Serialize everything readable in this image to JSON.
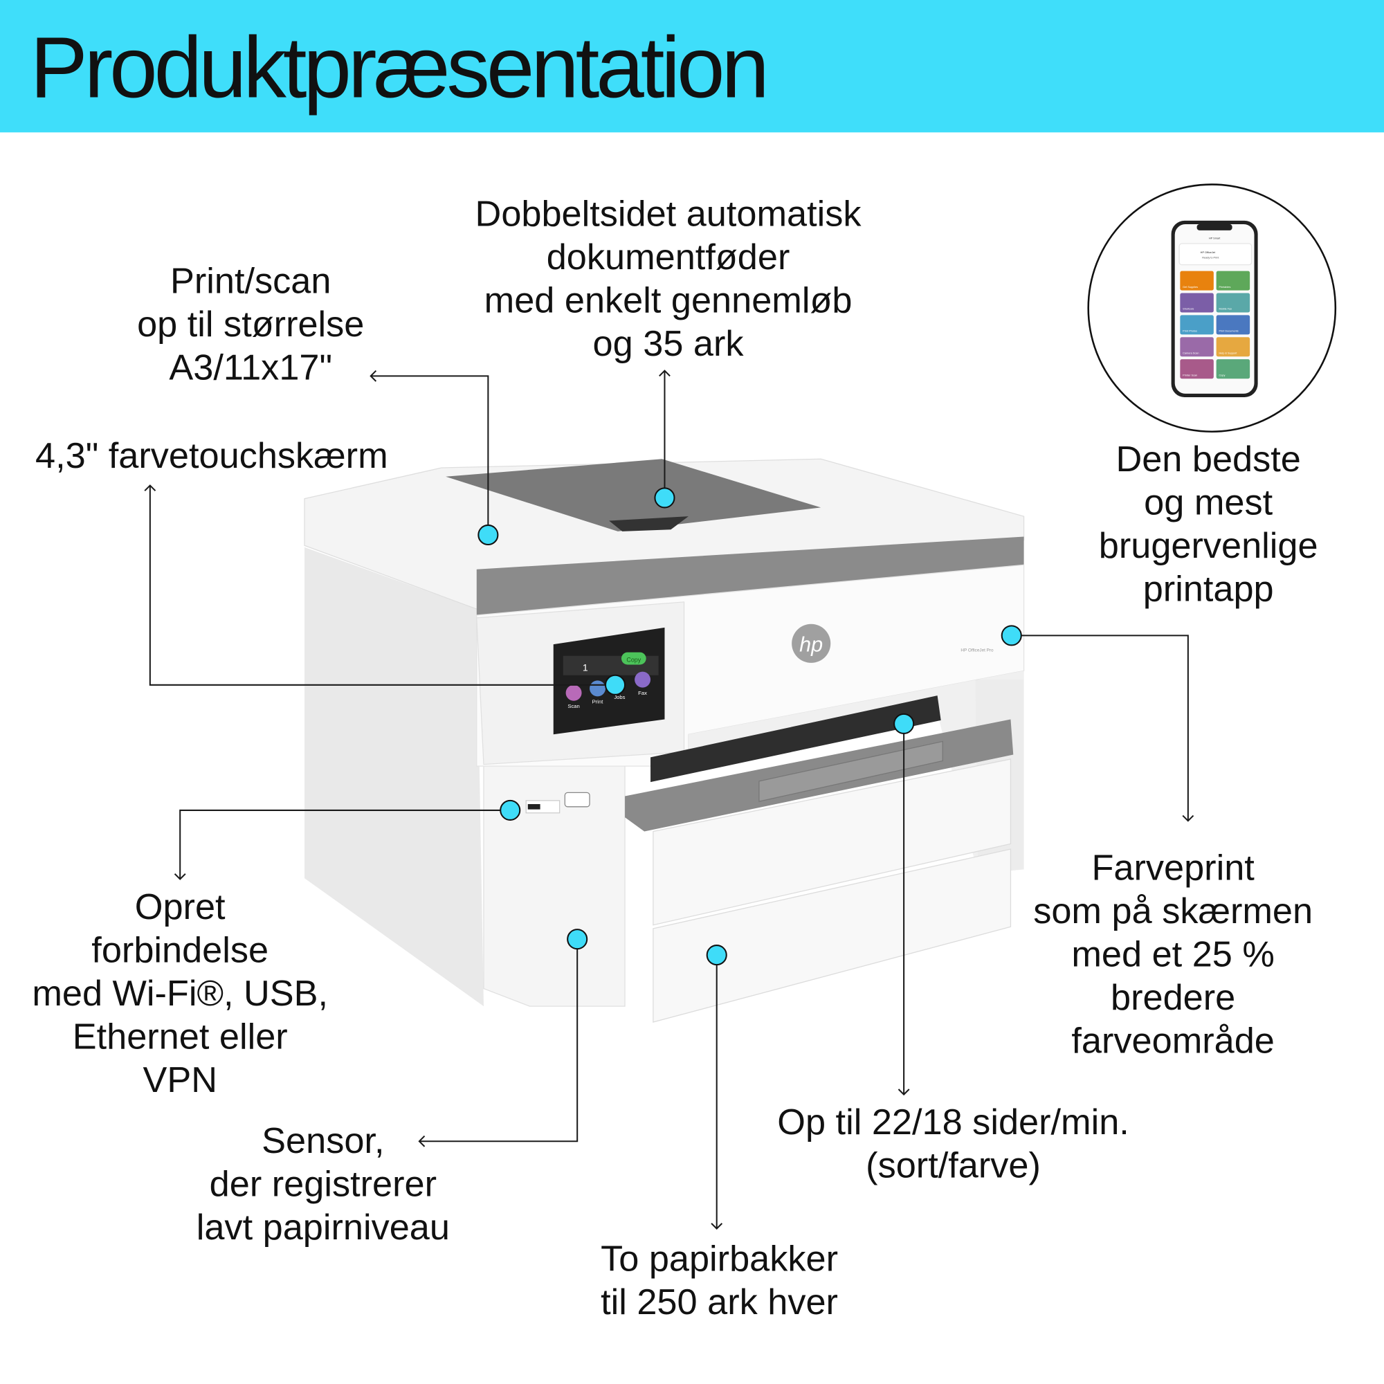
{
  "header": {
    "title": "Produktpræsentation",
    "background": "#3fdefa"
  },
  "accent_dot_color": "#3fdcf8",
  "callouts": {
    "print_scan": [
      "Print/scan",
      "op til størrelse",
      "A3/11x17\""
    ],
    "adf": [
      "Dobbeltsidet automatisk",
      "dokumentføder",
      "med enkelt gennemløb",
      "og 35 ark"
    ],
    "touchscreen": [
      "4,3\" farvetouchskærm"
    ],
    "app": [
      "Den bedste",
      "og mest",
      "brugervenlige",
      "printapp"
    ],
    "color": [
      "Farveprint",
      "som på skærmen",
      "med et 25 %",
      "bredere",
      "farveområde"
    ],
    "speed": [
      "Op til 22/18 sider/min.",
      "(sort/farve)"
    ],
    "trays": [
      "To papirbakker",
      "til 250 ark hver"
    ],
    "sensor": [
      "Sensor,",
      "der registrerer",
      "lavt papirniveau"
    ],
    "connect": [
      "Opret",
      "forbindelse",
      "med Wi-Fi®, USB,",
      "Ethernet eller",
      "VPN"
    ]
  },
  "phone": {
    "app_title": "HP Smart",
    "printer_name": "HP OfficeJet",
    "printer_status": "Ready to Print",
    "tiles": [
      {
        "label": "Get Supplies",
        "color": "#e8820e"
      },
      {
        "label": "Printables",
        "color": "#5ea85a"
      },
      {
        "label": "Shortcuts",
        "color": "#7b5ea7"
      },
      {
        "label": "Mobile Fax",
        "color": "#5aa8a8"
      },
      {
        "label": "Print Photos",
        "color": "#4a9fc8"
      },
      {
        "label": "Print Documents",
        "color": "#4a78c0"
      },
      {
        "label": "Camera Scan",
        "color": "#9a6aa8"
      },
      {
        "label": "Help & Support",
        "color": "#e6a840"
      },
      {
        "label": "Printer Scan",
        "color": "#a85a8a"
      },
      {
        "label": "Copy",
        "color": "#5aa87a"
      }
    ]
  },
  "printer_screen": {
    "copies": "1",
    "copy_button": "Copy",
    "apps": [
      {
        "label": "Scan",
        "color": "#b86ab8"
      },
      {
        "label": "Print",
        "color": "#5a8ad0"
      },
      {
        "label": "Jobs",
        "color": "#2a8a7a"
      },
      {
        "label": "Fax",
        "color": "#8a6ac8"
      }
    ]
  },
  "printer": {
    "brand": "hp",
    "model": "HP OfficeJet Pro"
  }
}
